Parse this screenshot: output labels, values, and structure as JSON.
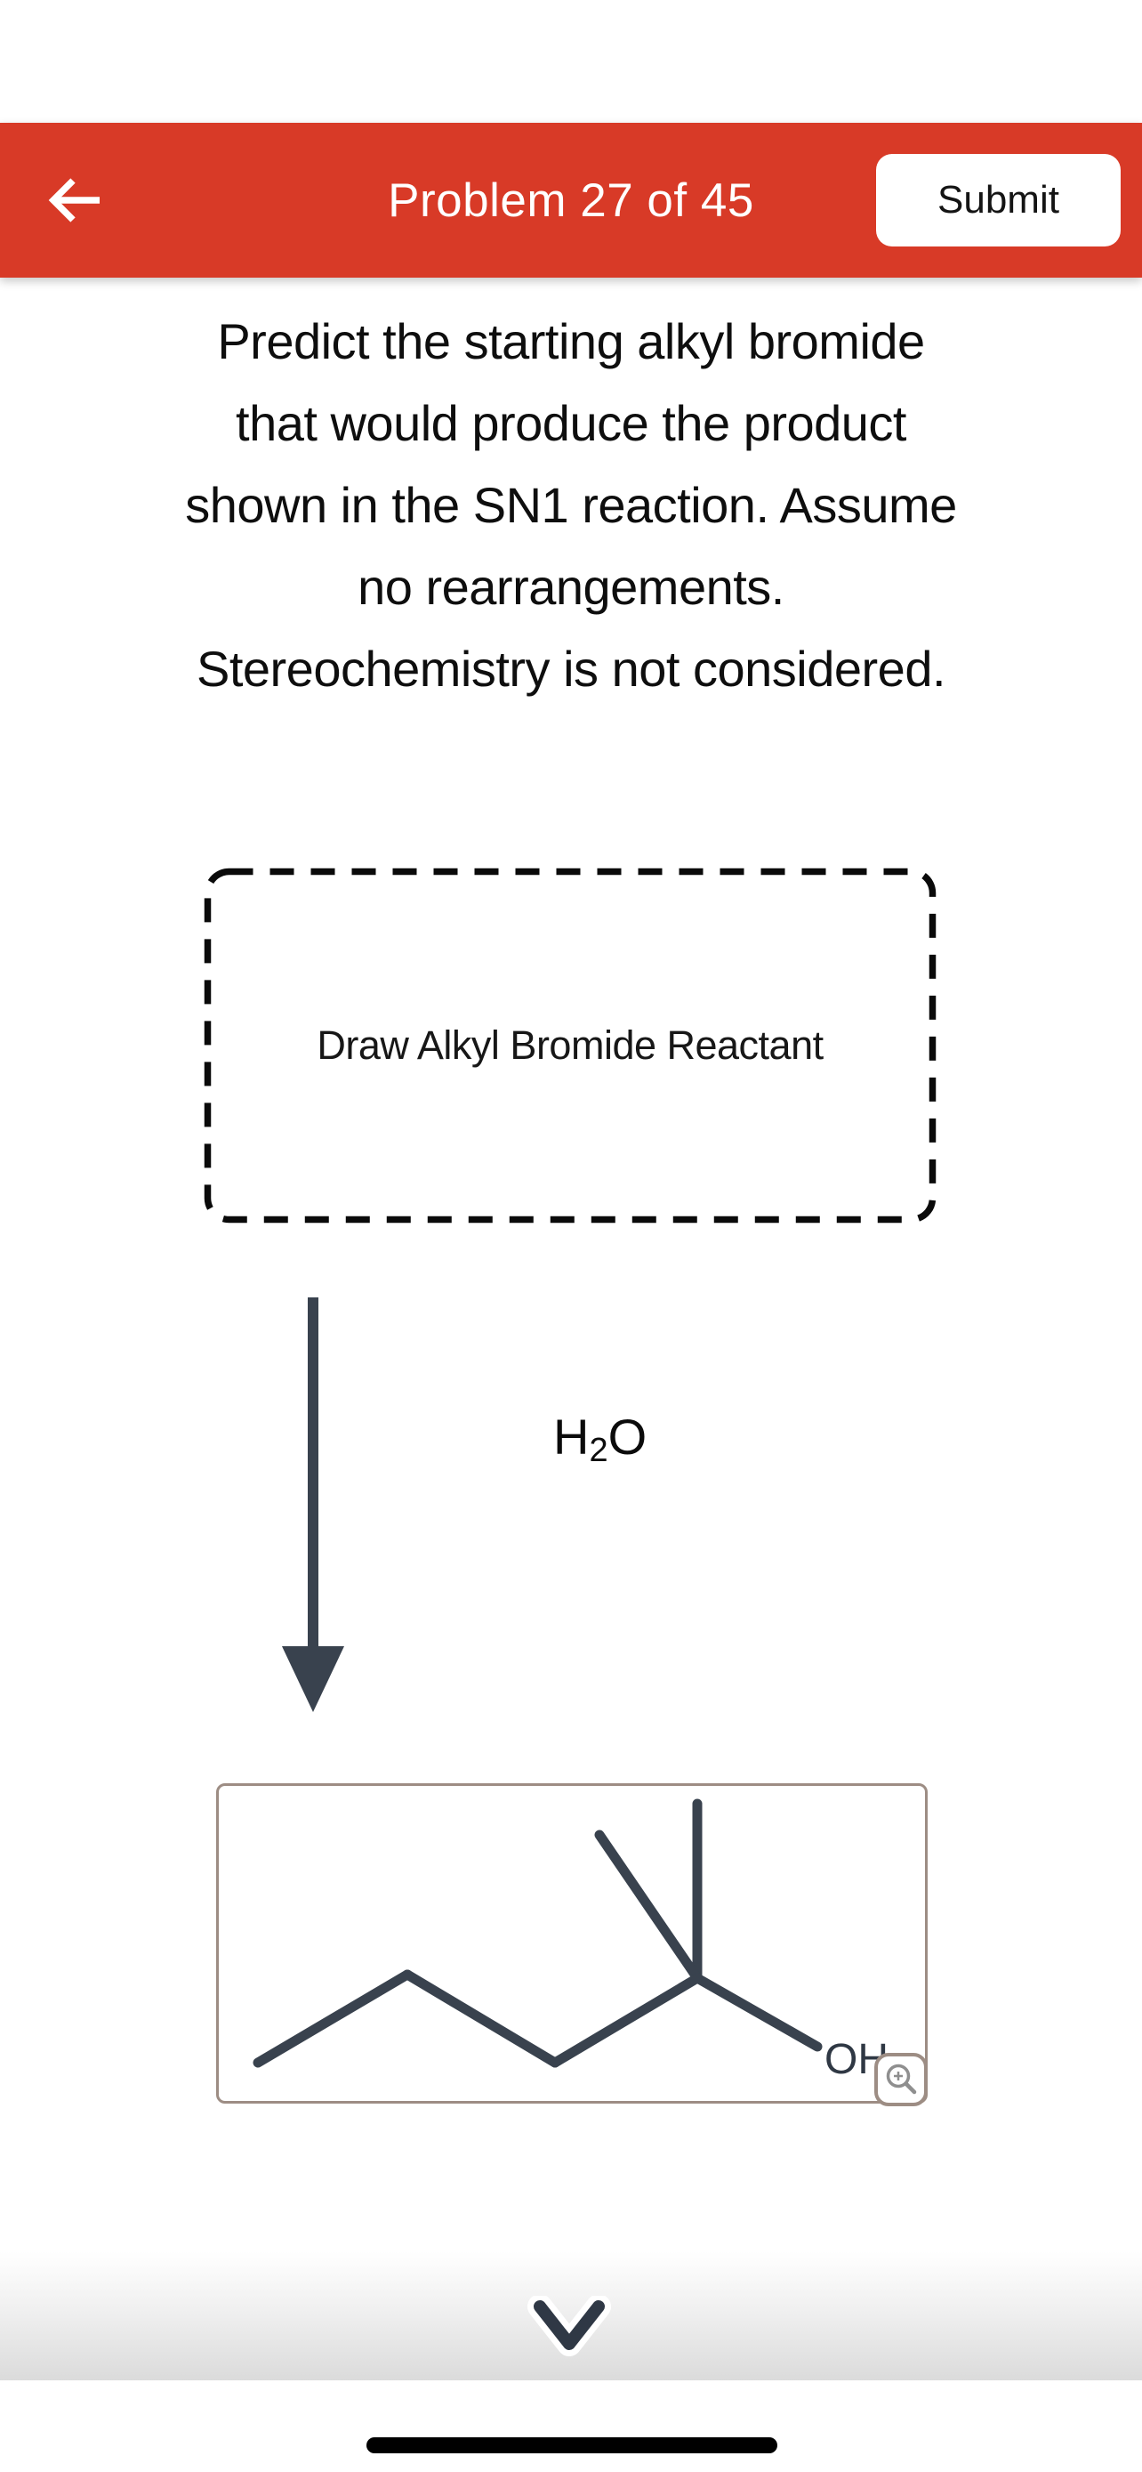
{
  "header": {
    "title": "Problem 27 of 45",
    "submit_label": "Submit",
    "bg_color": "#d83a27",
    "back_icon": "left-arrow"
  },
  "question": {
    "lines": [
      "Predict the starting alkyl bromide",
      "that would produce the product",
      "shown in the SN1 reaction. Assume",
      "no rearrangements.",
      "Stereochemistry is not considered."
    ]
  },
  "reactant_area": {
    "label": "Draw Alkyl Bromide Reactant"
  },
  "reaction": {
    "reagent_h": "H",
    "reagent_sub": "2",
    "reagent_o": "O",
    "arrow_direction": "down"
  },
  "product": {
    "oh_label": "OH",
    "molecule": {
      "line_color": "#39424e",
      "line_width": 11,
      "bonds": [
        [
          44,
          311,
          212,
          212
        ],
        [
          212,
          212,
          378,
          311
        ],
        [
          378,
          311,
          538,
          216
        ],
        [
          538,
          216,
          428,
          55
        ],
        [
          538,
          216,
          538,
          20
        ],
        [
          538,
          216,
          673,
          293
        ]
      ]
    },
    "zoom_icon": "magnifier-plus"
  },
  "footer": {
    "collapse_icon": "chevron-down"
  },
  "colors": {
    "header_bg": "#d83a27",
    "molecule_line": "#39424e",
    "product_box_border": "#9d8d84",
    "fade_gray": "#dbdbdb"
  }
}
